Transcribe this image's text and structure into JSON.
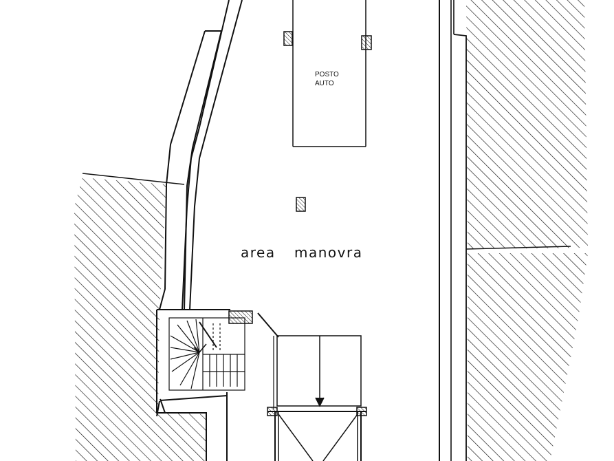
{
  "plan": {
    "area_label_1": "area",
    "area_label_2": "manovra",
    "parking_label_line1": "POSTO",
    "parking_label_line2": "AUTO"
  },
  "colors": {
    "ink": "#111111",
    "paper": "#ffffff"
  },
  "hatch": {
    "style": "diagonal-45deg"
  }
}
